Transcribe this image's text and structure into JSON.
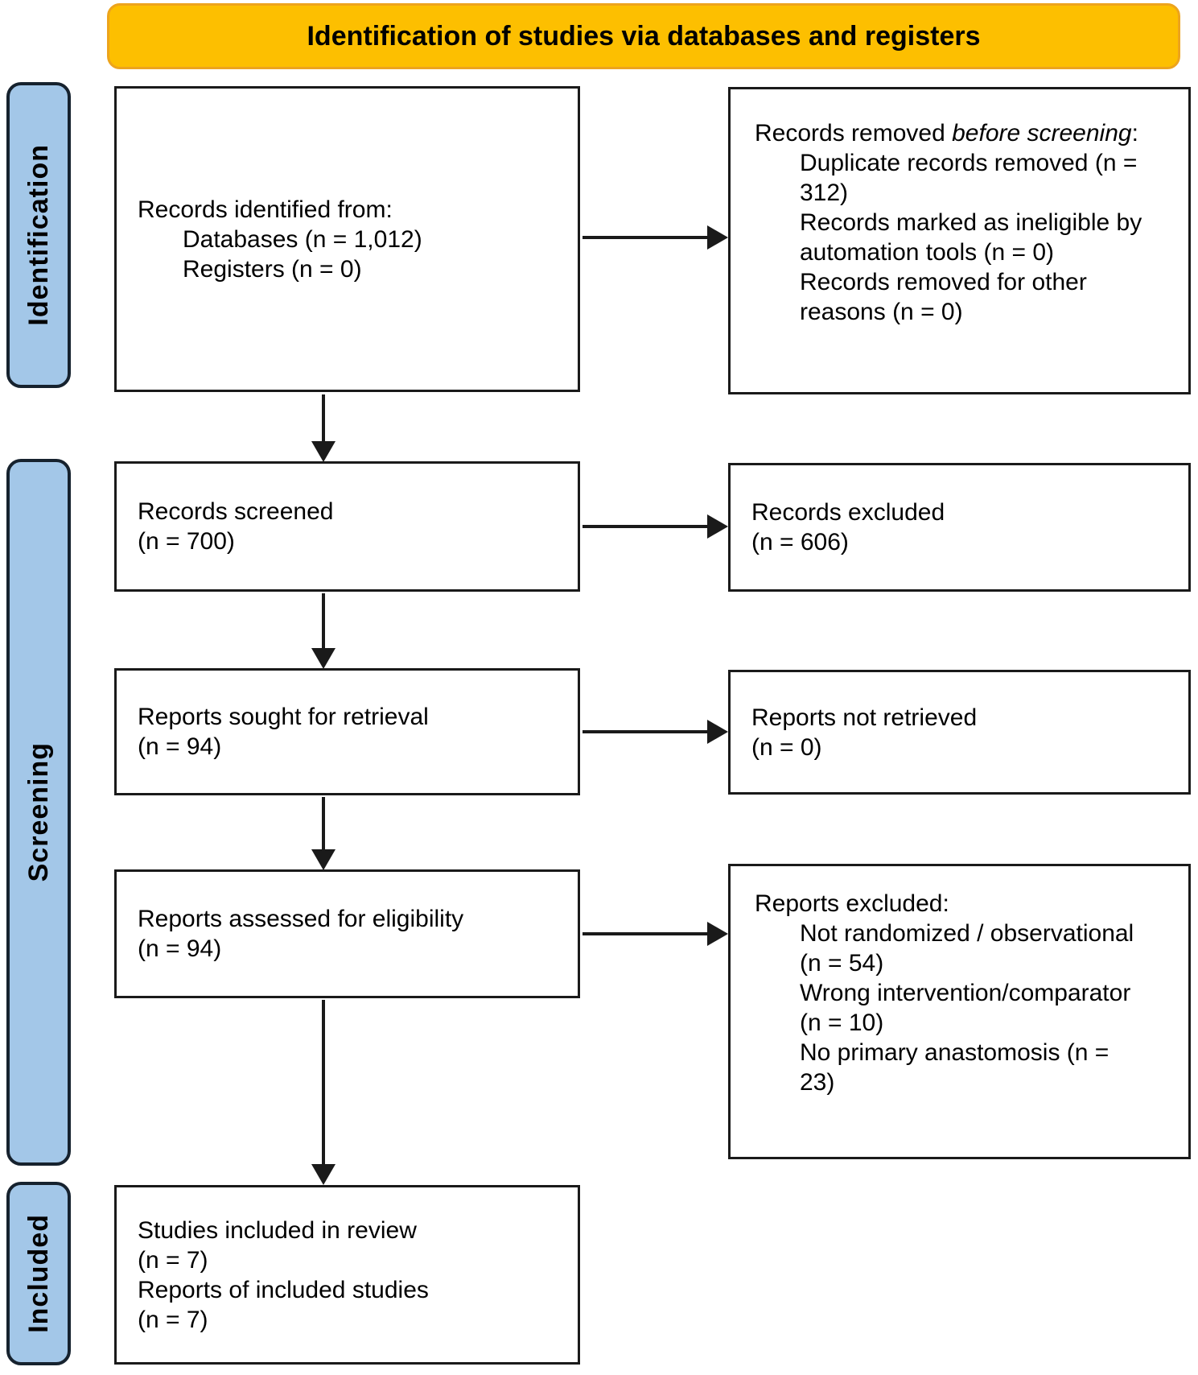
{
  "header": {
    "title": "Identification of studies via databases and registers"
  },
  "sidebar": {
    "stages": [
      {
        "label": "Identification"
      },
      {
        "label": "Screening"
      },
      {
        "label": "Included"
      }
    ]
  },
  "boxes": {
    "identified": {
      "title": "Records identified from:",
      "items": [
        "Databases (n = 1,012)",
        "Registers (n = 0)"
      ]
    },
    "removed_before_screening": {
      "title_pre": "Records removed ",
      "title_italic": "before screening",
      "title_post": ":",
      "items": [
        "Duplicate records removed (n = 312)",
        "Records marked as ineligible by automation tools (n = 0)",
        "Records removed for other reasons (n = 0)"
      ]
    },
    "records_screened": {
      "line1": "Records screened",
      "line2": "(n = 700)"
    },
    "records_excluded": {
      "line1": "Records excluded",
      "line2": "(n = 606)"
    },
    "reports_sought": {
      "line1": "Reports sought for retrieval",
      "line2": "(n = 94)"
    },
    "reports_not_retrieved": {
      "line1": "Reports not retrieved",
      "line2": "(n = 0)"
    },
    "reports_assessed": {
      "line1": "Reports assessed for eligibility",
      "line2": "(n = 94)"
    },
    "reports_excluded": {
      "title": "Reports excluded:",
      "items": [
        "Not randomized / observational (n = 54)",
        "Wrong intervention/comparator (n = 10)",
        "No primary anastomosis (n = 23)"
      ]
    },
    "studies_included": {
      "line1": "Studies included in review",
      "line2": "(n = 7)",
      "line3": "Reports of included studies",
      "line4": "(n = 7)"
    }
  },
  "colors": {
    "banner_fill": "#FDBF00",
    "banner_border": "#EDA41C",
    "sidebar_fill": "#A3C7E8",
    "sidebar_border": "#16222E",
    "box_border": "#1A1A1A",
    "arrow": "#1A1A1A"
  }
}
